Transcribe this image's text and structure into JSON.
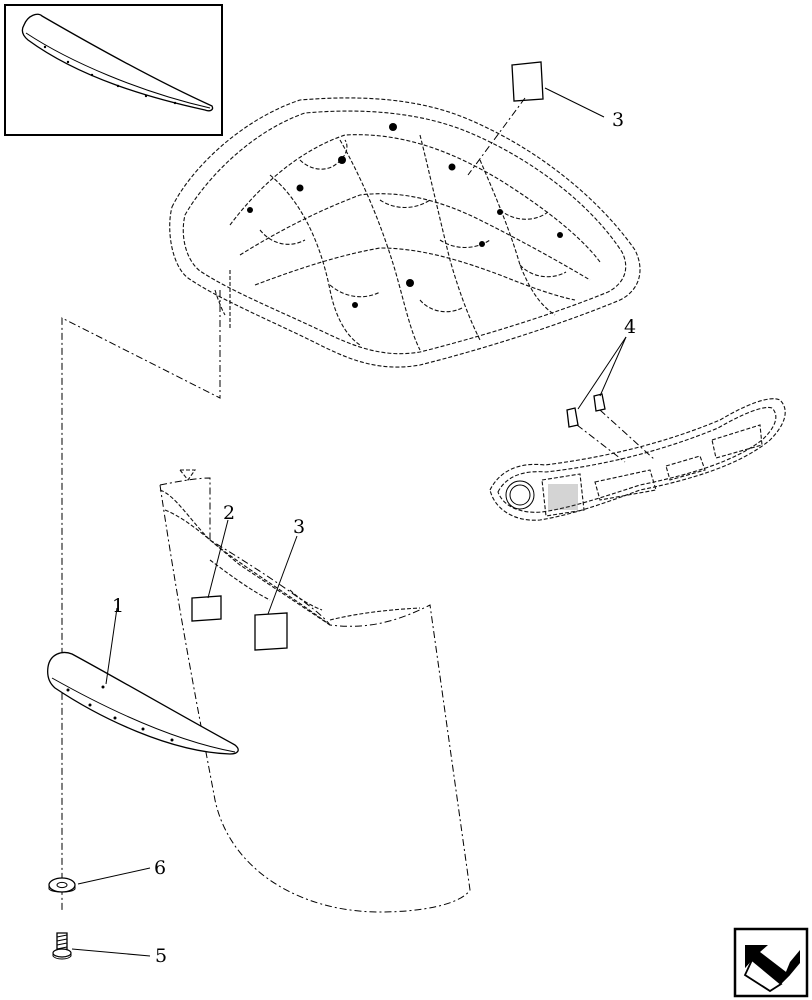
{
  "callouts": {
    "c3_top": "3",
    "c4": "4",
    "c2": "2",
    "c3_mid": "3",
    "c1": "1",
    "c6": "6",
    "c5": "5"
  },
  "icons": {
    "inset": "visor-inset-thumbnail",
    "nav": "next-page-arrow-icon"
  }
}
